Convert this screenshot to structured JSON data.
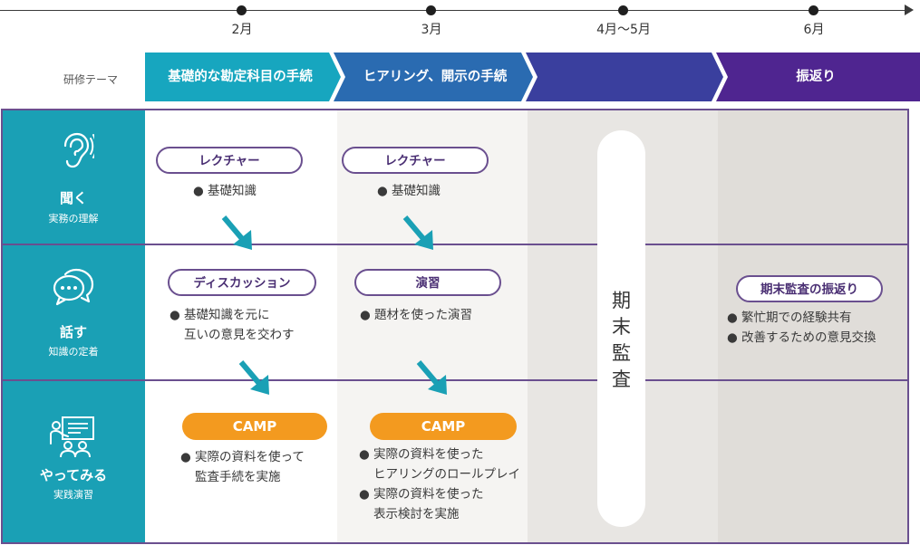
{
  "timeline": {
    "months": [
      "2月",
      "3月",
      "4月～5月",
      "6月"
    ]
  },
  "theme": {
    "label": "研修テーマ",
    "stages": [
      "基礎的な勘定科目の手続",
      "ヒアリング、開示の手続",
      "",
      "振返り"
    ],
    "colors": [
      "#17a6bf",
      "#3a4aa4",
      "#5a1f8e"
    ]
  },
  "rows": [
    {
      "title": "聞く",
      "subtitle": "実務の理解",
      "icon": "ear-icon"
    },
    {
      "title": "話す",
      "subtitle": "知識の定着",
      "icon": "speech-bubbles-icon"
    },
    {
      "title": "やってみる",
      "subtitle": "実践演習",
      "icon": "presentation-icon"
    }
  ],
  "cells": {
    "feb_listen": {
      "pill": "レクチャー",
      "notes": [
        "基礎知識"
      ]
    },
    "mar_listen": {
      "pill": "レクチャー",
      "notes": [
        "基礎知識"
      ]
    },
    "feb_talk": {
      "pill": "ディスカッション",
      "notes": [
        "基礎知識を元に",
        "互いの意見を交わす"
      ]
    },
    "mar_talk": {
      "pill": "演習",
      "notes": [
        "題材を使った演習"
      ]
    },
    "feb_do": {
      "pill": "CAMP",
      "notes": [
        "実際の資料を使って",
        "監査手続を実施"
      ]
    },
    "mar_do": {
      "pill": "CAMP",
      "notes": [
        "実際の資料を使った",
        "ヒアリングのロールプレイ",
        "実際の資料を使った",
        "表示検討を実施"
      ]
    },
    "jun_talk": {
      "pill": "期末監査の振返り",
      "notes": [
        "繁忙期での経験共有",
        "改善するための意見交換"
      ]
    }
  },
  "period_block": {
    "chars": [
      "期",
      "末",
      "監",
      "査"
    ]
  },
  "colors": {
    "teal": "#1aa0b5",
    "purple": "#6a4f8f",
    "orange": "#f39a1f",
    "arrow": "#1aa0b5"
  }
}
